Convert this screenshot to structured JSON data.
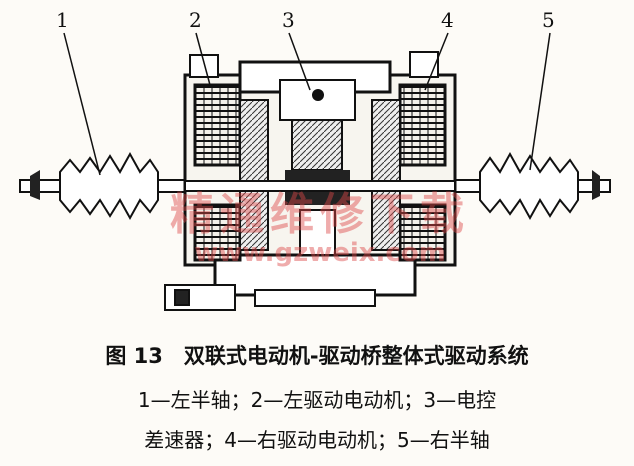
{
  "callouts": [
    "1",
    "2",
    "3",
    "4",
    "5"
  ],
  "watermark": {
    "cn": "精通维修下载",
    "url": "www.gzweix.com"
  },
  "caption": {
    "title": "图 13　双联式电动机-驱动桥整体式驱动系统",
    "line1": "1—左半轴；2—左驱动电动机；3—电控",
    "line2": "差速器；4—右驱动电动机；5—右半轴"
  }
}
